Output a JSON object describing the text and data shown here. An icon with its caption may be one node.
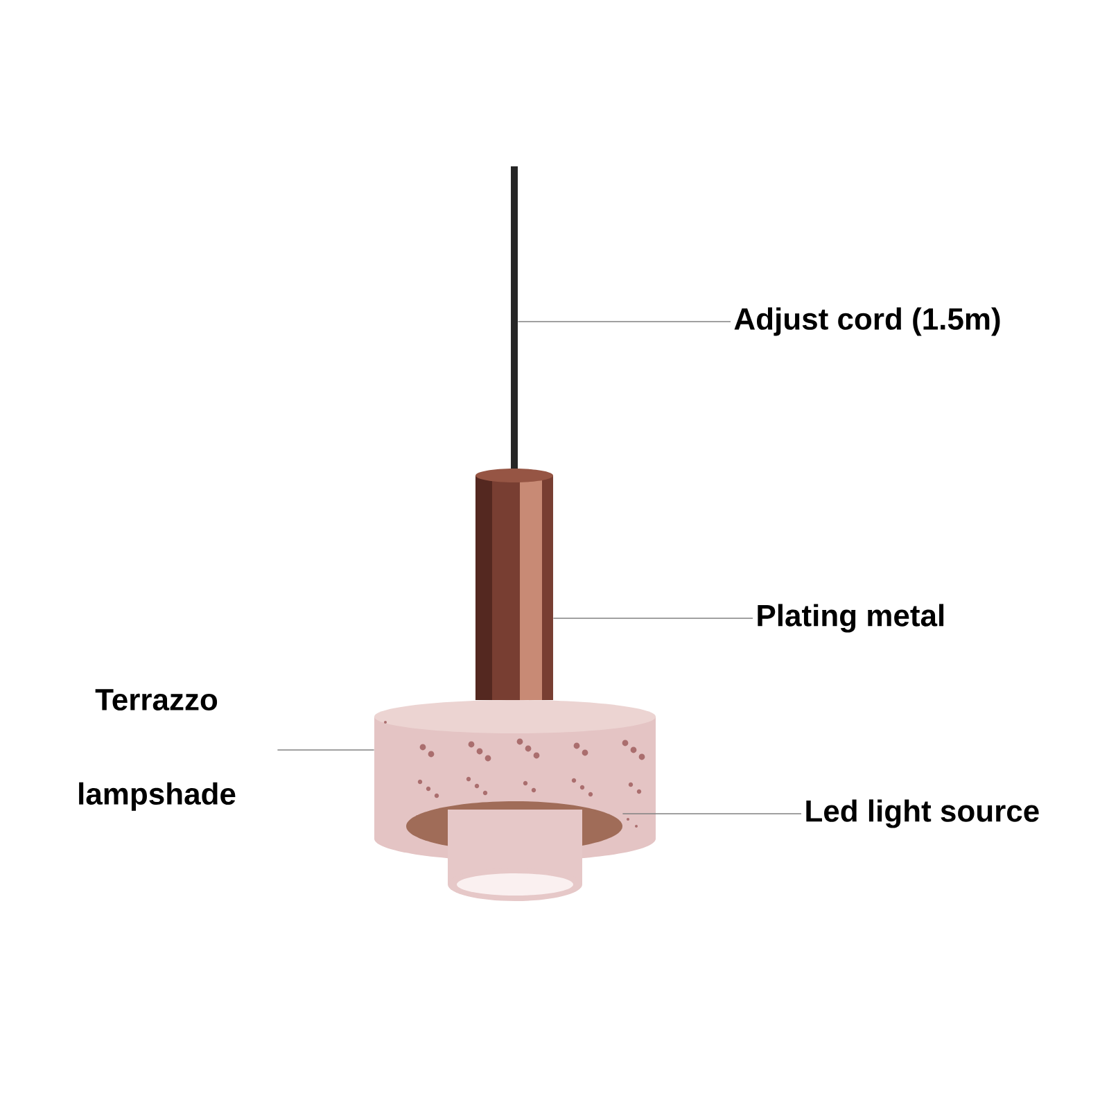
{
  "diagram": {
    "nodes": [
      {
        "text": [
          "Adjust cord (1.5m)"
        ]
      },
      {
        "text": [
          "Plating metal"
        ]
      },
      {
        "text": [
          "Terrazzo lampshade"
        ]
      },
      {
        "text": [
          "Led light source"
        ]
      },
      {
        "text": [],
        "shape": "bar"
      },
      {
        "text": [],
        "shape": "cylinder"
      },
      {
        "text": [],
        "shape": "cylinder"
      },
      {
        "text": [],
        "shape": "circle"
      }
    ],
    "edges": [
      {
        "from": 0,
        "to": 4,
        "arrow": "none"
      },
      {
        "from": 1,
        "to": 5,
        "arrow": "none"
      },
      {
        "from": 2,
        "to": 6,
        "arrow": "none"
      },
      {
        "from": 3,
        "to": 7,
        "arrow": "none"
      }
    ]
  }
}
